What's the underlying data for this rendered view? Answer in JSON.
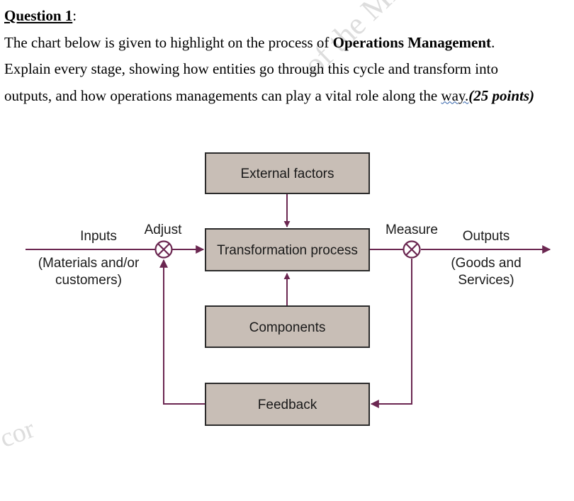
{
  "question": {
    "heading": "Question 1",
    "colon": ":",
    "line1_start": "The chart below is given to highlight on the process of ",
    "line1_bold": "Operations Management",
    "line1_end": ".",
    "line2": "Explain every stage, showing how entities go through this cycle and transform into",
    "line3_start": "outputs, and how operations managements can play a vital role along the ",
    "line3_wavy": "way.",
    "points": "(25 points)"
  },
  "watermark": {
    "main": "of the Middle E",
    "corner": "cor"
  },
  "diagram": {
    "boxes": {
      "external_factors": "External factors",
      "transformation_process": "Transformation process",
      "components": "Components",
      "feedback": "Feedback"
    },
    "labels": {
      "inputs": "Inputs",
      "inputs_detail_1": "(Materials and/or",
      "inputs_detail_2": "customers)",
      "adjust": "Adjust",
      "measure": "Measure",
      "outputs": "Outputs",
      "outputs_detail_1": "(Goods and",
      "outputs_detail_2": "Services)"
    },
    "colors": {
      "box_fill": "#c8beb6",
      "box_border": "#2b2b2b",
      "line": "#6b2751"
    }
  }
}
